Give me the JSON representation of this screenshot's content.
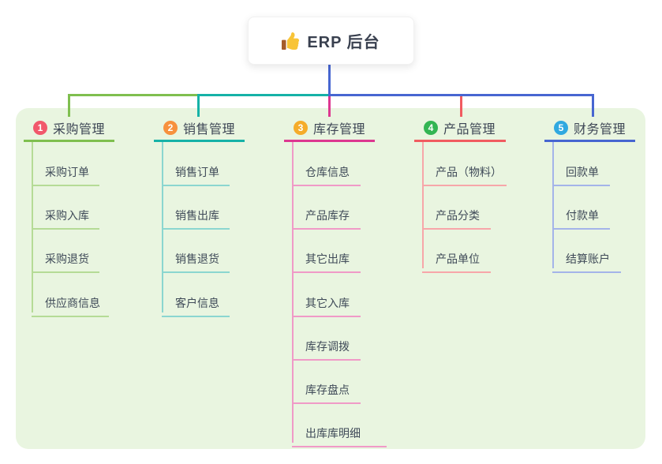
{
  "root_node": {
    "label": "ERP 后台",
    "icon": "thumbs-up-icon"
  },
  "branches": [
    {
      "num": "1",
      "label": "采购管理",
      "badge_color": "#f1586b",
      "line_color": "#7fbf4f",
      "child_line_color": "#b5db96",
      "children": [
        "采购订单",
        "采购入库",
        "采购退货",
        "供应商信息"
      ]
    },
    {
      "num": "2",
      "label": "销售管理",
      "badge_color": "#f7913e",
      "line_color": "#16b2a7",
      "child_line_color": "#8bd6d0",
      "children": [
        "销售订单",
        "销售出库",
        "销售退货",
        "客户信息"
      ]
    },
    {
      "num": "3",
      "label": "库存管理",
      "badge_color": "#f5ac2a",
      "line_color": "#dd3790",
      "child_line_color": "#f09ac7",
      "children": [
        "仓库信息",
        "产品库存",
        "其它出库",
        "其它入库",
        "库存调拨",
        "库存盘点",
        "出库库明细"
      ]
    },
    {
      "num": "4",
      "label": "产品管理",
      "badge_color": "#33b553",
      "line_color": "#f15b60",
      "child_line_color": "#f7a6a9",
      "children": [
        "产品（物料）",
        "产品分类",
        "产品单位"
      ]
    },
    {
      "num": "5",
      "label": "财务管理",
      "badge_color": "#30a9e0",
      "line_color": "#4766d1",
      "child_line_color": "#a4b4e9",
      "children": [
        "回款单",
        "付款单",
        "结算账户"
      ]
    }
  ],
  "colors": {
    "canvas_bg": "#ffffff",
    "panel_bg": "#e9f5e0",
    "root_connector": "#4766d1",
    "text_dark": "#39404f",
    "text_child": "#3f4a58"
  }
}
